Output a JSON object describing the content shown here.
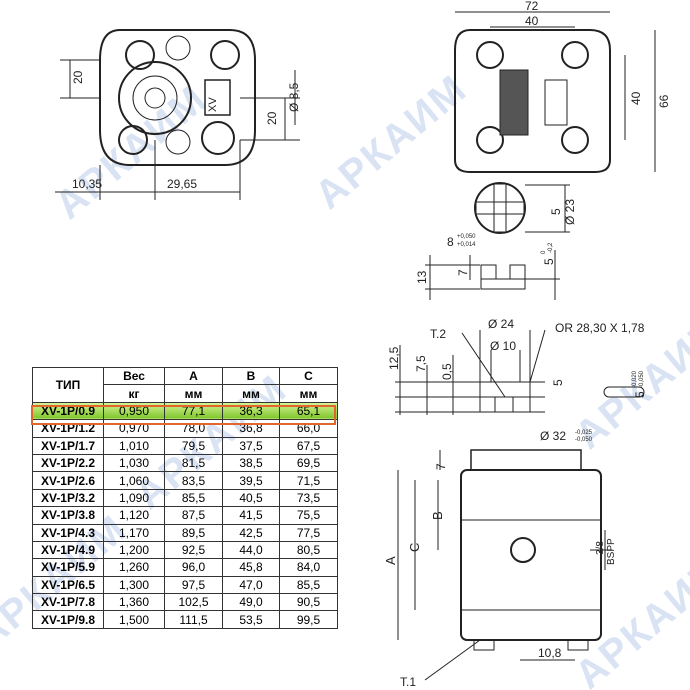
{
  "watermark": "АРКАИМ",
  "table": {
    "headers": {
      "type": "ТИП",
      "weight": "Вес",
      "a": "A",
      "b": "B",
      "c": "C"
    },
    "units": {
      "weight": "кг",
      "a": "мм",
      "b": "мм",
      "c": "мм"
    },
    "highlight_color": "#e0662c",
    "rows": [
      [
        "XV-1P/0.9",
        "0,950",
        "77,1",
        "36,3",
        "65,1"
      ],
      [
        "XV-1P/1.2",
        "0,970",
        "78,0",
        "36,8",
        "66,0"
      ],
      [
        "XV-1P/1.7",
        "1,010",
        "79,5",
        "37,5",
        "67,5"
      ],
      [
        "XV-1P/2.2",
        "1,030",
        "81,5",
        "38,5",
        "69,5"
      ],
      [
        "XV-1P/2.6",
        "1,060",
        "83,5",
        "39,5",
        "71,5"
      ],
      [
        "XV-1P/3.2",
        "1,090",
        "85,5",
        "40,5",
        "73,5"
      ],
      [
        "XV-1P/3.8",
        "1,120",
        "87,5",
        "41,5",
        "75,5"
      ],
      [
        "XV-1P/4.3",
        "1,170",
        "89,5",
        "42,5",
        "77,5"
      ],
      [
        "XV-1P/4.9",
        "1,200",
        "92,5",
        "44,0",
        "80,5"
      ],
      [
        "XV-1P/5.9",
        "1,260",
        "96,0",
        "45,8",
        "84,0"
      ],
      [
        "XV-1P/6.5",
        "1,300",
        "97,5",
        "47,0",
        "85,5"
      ],
      [
        "XV-1P/7.8",
        "1,360",
        "102,5",
        "49,0",
        "90,5"
      ],
      [
        "XV-1P/9.8",
        "1,500",
        "111,5",
        "53,5",
        "99,5"
      ]
    ]
  },
  "dims": {
    "front": {
      "h20a": "20",
      "h20b": "20",
      "d85": "Ø 8,5",
      "w1035": "10,35",
      "w2965": "29,65",
      "plate": "XV"
    },
    "rear": {
      "w72": "72",
      "w40": "40",
      "h40": "40",
      "h66": "66"
    },
    "shaft": {
      "s5": "5",
      "d23": "Ø 23",
      "key8": "8",
      "tol_up": "+0,050",
      "tol_lo": "+0,014",
      "h13": "13",
      "h7": "7",
      "h5": "5",
      "t0": "0",
      "t02": "-0,2"
    },
    "flange": {
      "d24": "Ø 24",
      "d10": "Ø 10",
      "t2": "T.2",
      "oring": "OR 28,30 X 1,78",
      "h125": "12,5",
      "h75": "7,5",
      "h05": "0,5",
      "h5": "5",
      "k5": "5",
      "k_up": "-0,020",
      "k_lo": "-0,050",
      "d32": "Ø 32",
      "d32_up": "-0,025",
      "d32_lo": "-0,050"
    },
    "side": {
      "h7": "7",
      "b": "B",
      "c": "C",
      "a": "A",
      "port1": "3/8",
      "port2": "BSPP",
      "w108": "10,8",
      "t1": "T.1"
    }
  }
}
